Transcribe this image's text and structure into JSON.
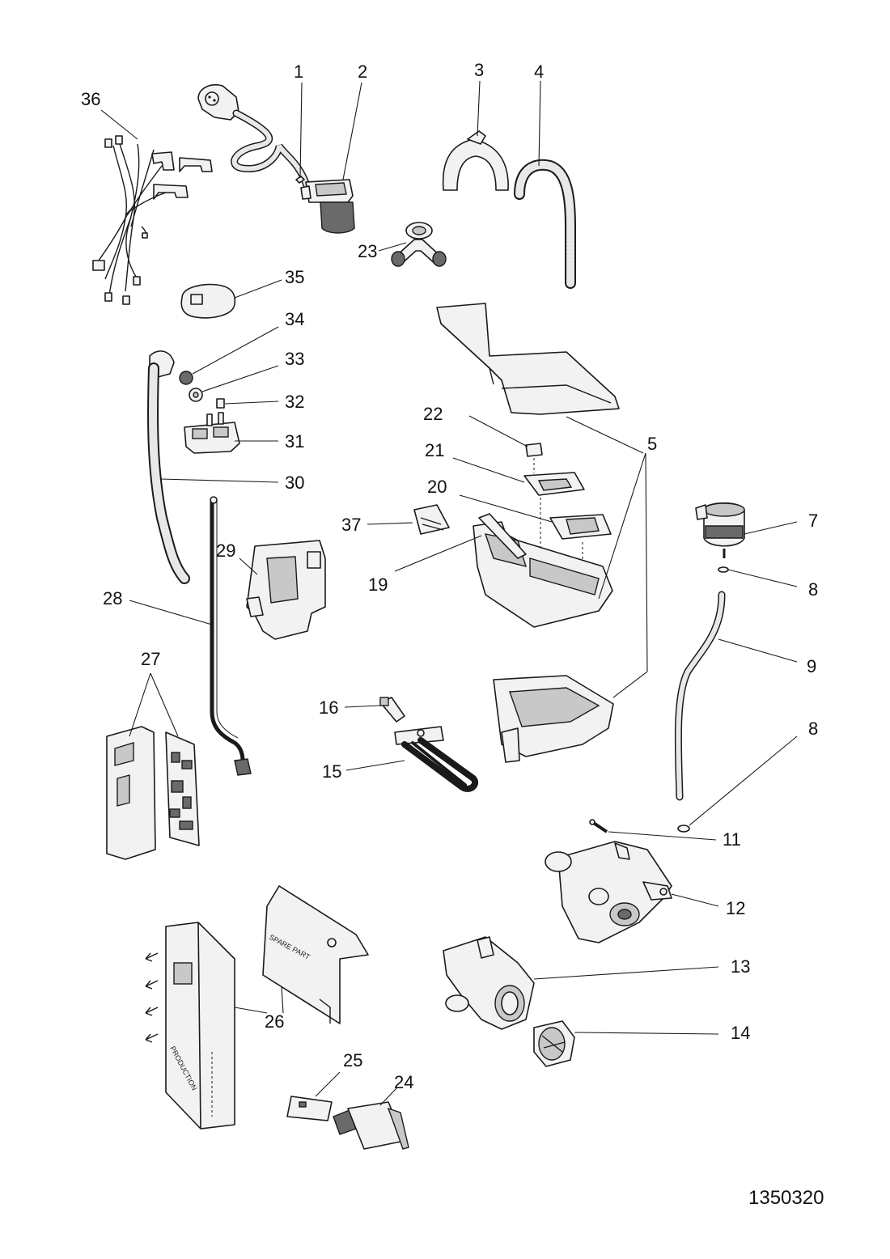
{
  "drawing_code": "1350320",
  "callouts": {
    "c1": "1",
    "c2": "2",
    "c3": "3",
    "c4": "4",
    "c5": "5",
    "c7": "7",
    "c8a": "8",
    "c8b": "8",
    "c9": "9",
    "c11": "11",
    "c12": "12",
    "c13": "13",
    "c14": "14",
    "c15": "15",
    "c16": "16",
    "c19": "19",
    "c20": "20",
    "c21": "21",
    "c22": "22",
    "c23": "23",
    "c24": "24",
    "c25": "25",
    "c26": "26",
    "c27": "27",
    "c28": "28",
    "c29": "29",
    "c30": "30",
    "c31": "31",
    "c32": "32",
    "c33": "33",
    "c34": "34",
    "c35": "35",
    "c36": "36",
    "c37": "37"
  },
  "printed_text": {
    "spare_part": "SPARE PART",
    "production": "PRODUCTION"
  }
}
